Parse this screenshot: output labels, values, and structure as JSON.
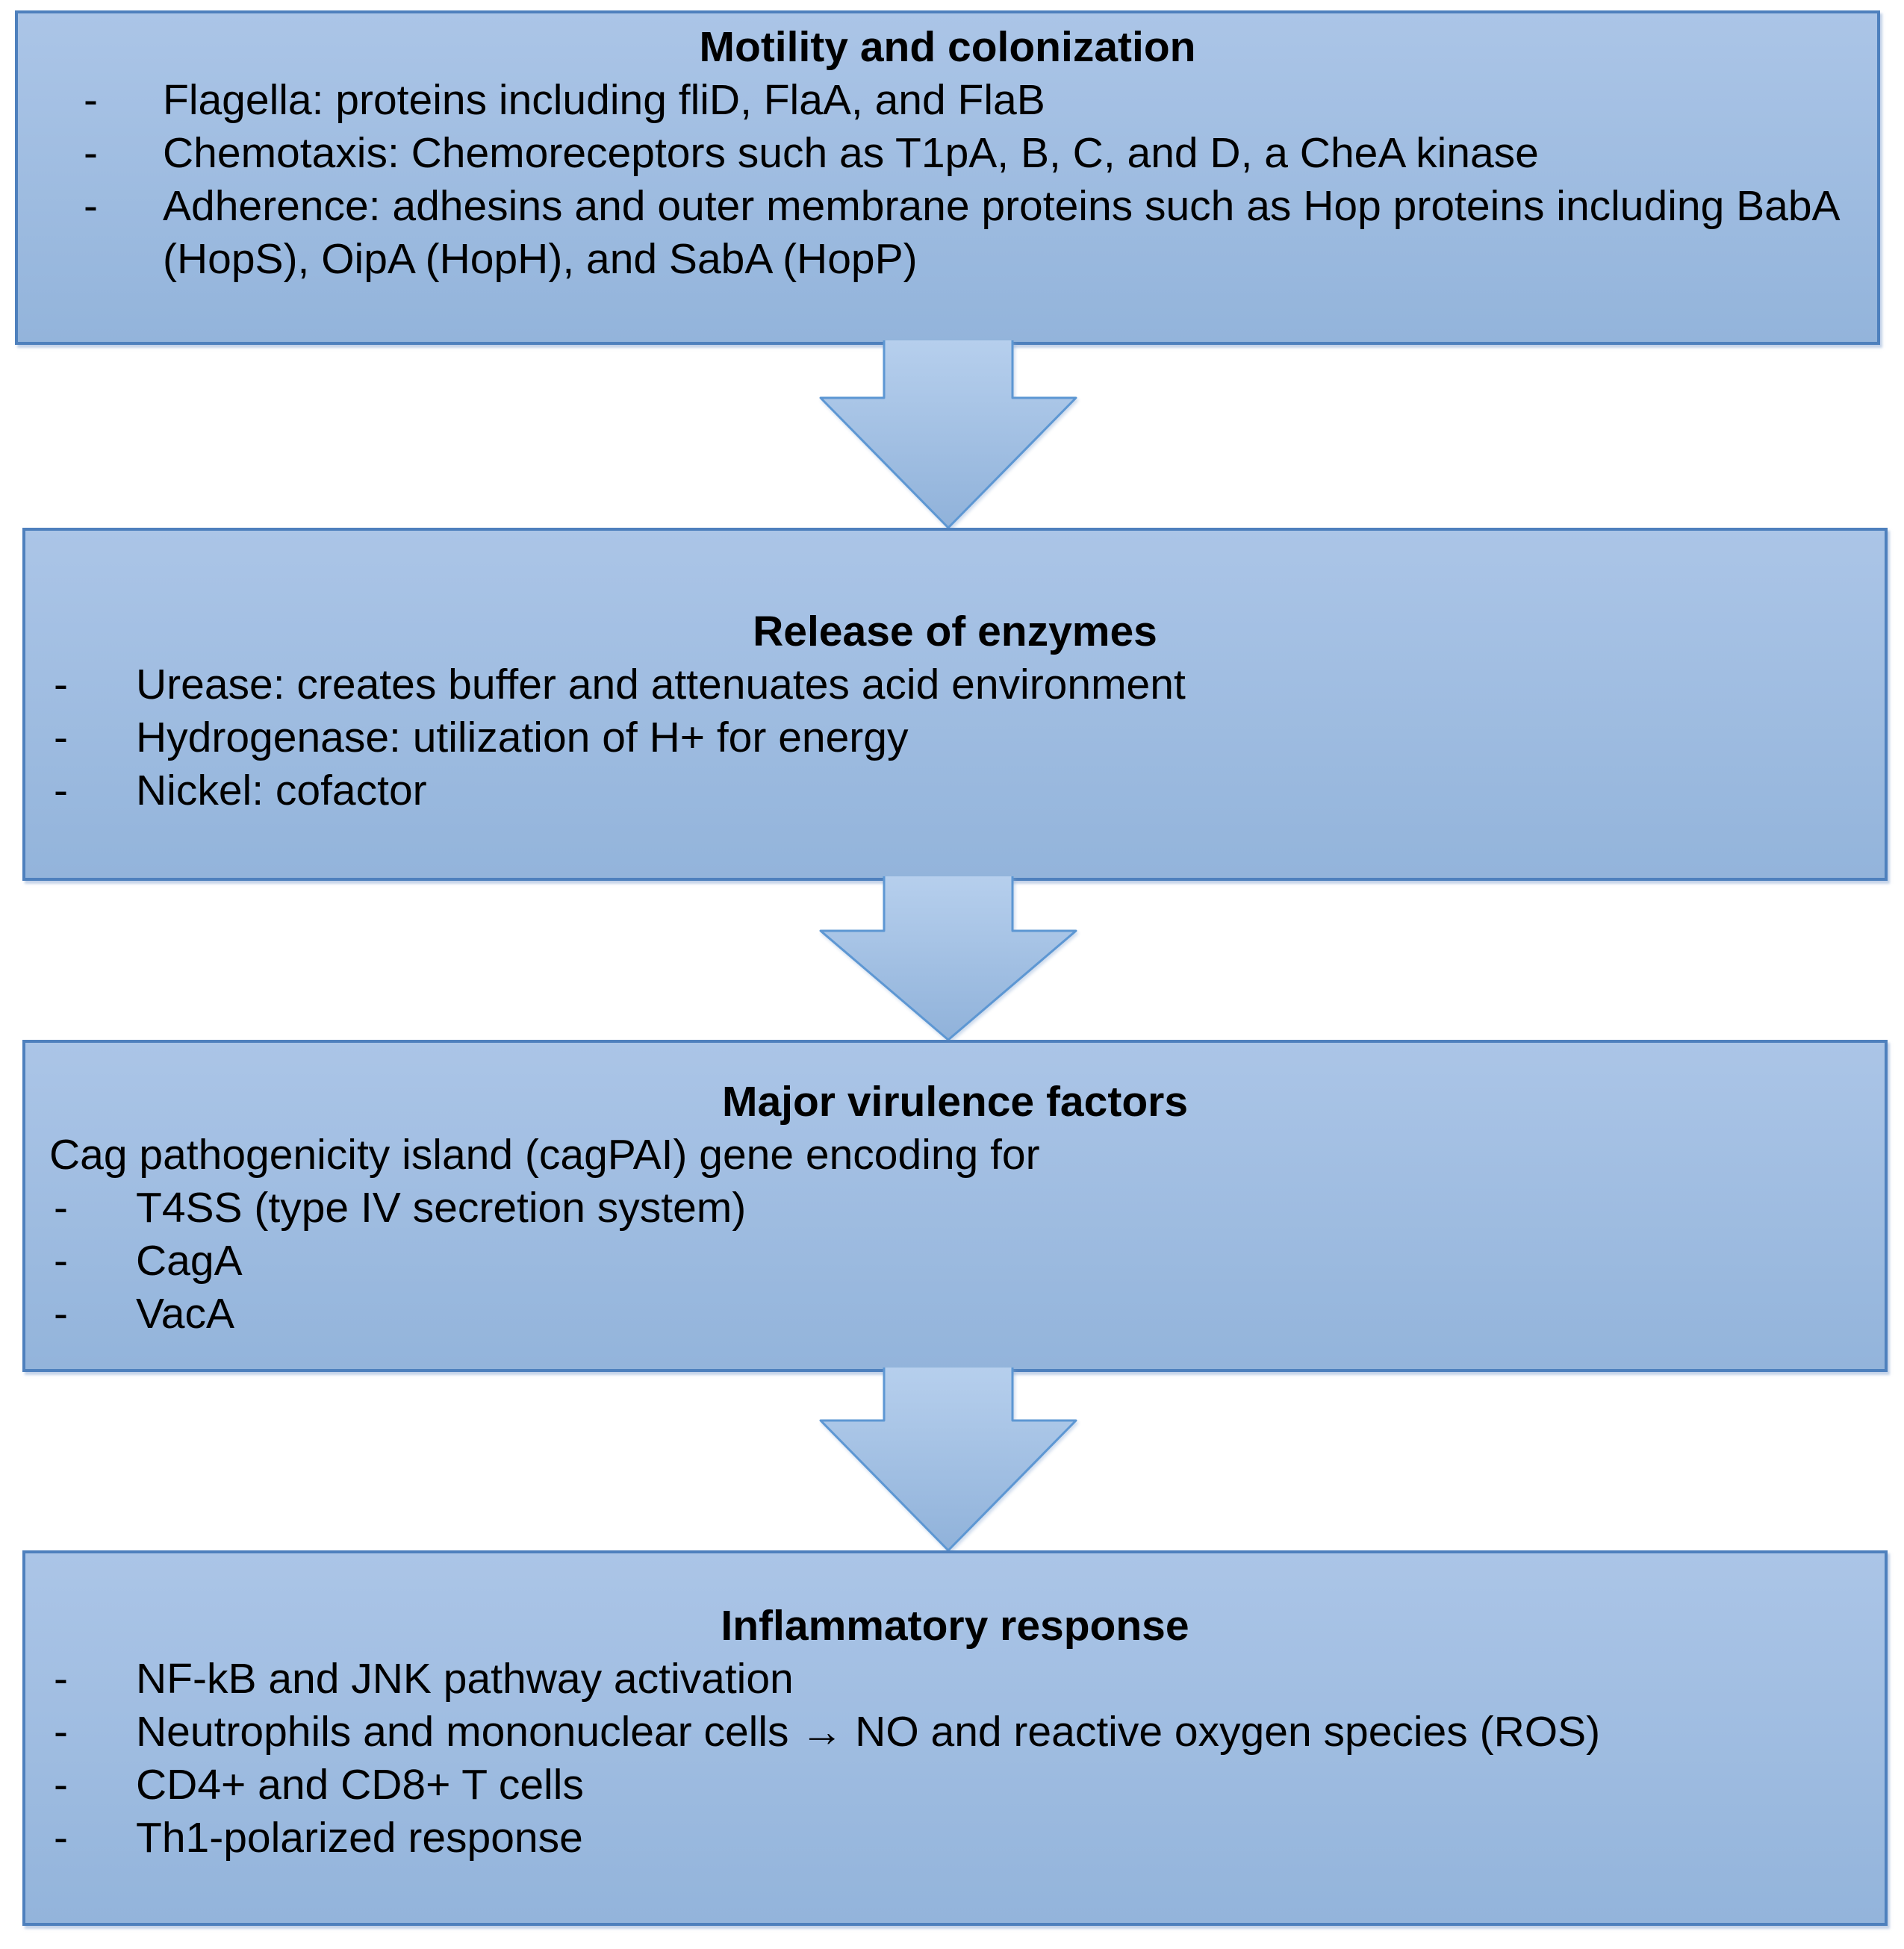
{
  "bullet_marker": "-",
  "colors": {
    "box_fill_top": "#abc5e7",
    "box_fill_bottom": "#93b4db",
    "box_border": "#4e80bd",
    "arrow_fill_top": "#b6cfed",
    "arrow_fill_bottom": "#90b2da",
    "arrow_border": "#5d97d3",
    "text_color": "#000000",
    "page_bg": "#ffffff"
  },
  "boxes": [
    {
      "title": "Motility and colonization",
      "intro": "",
      "bullets": [
        "Flagella: proteins including fliD, FlaA, and FlaB",
        "Chemotaxis: Chemoreceptors such as T1pA, B, C, and D, a CheA kinase",
        "Adherence: adhesins and outer membrane proteins such as Hop proteins including BabA (HopS), OipA (HopH), and SabA (HopP)"
      ]
    },
    {
      "title": "Release of enzymes",
      "intro": "",
      "bullets": [
        "Urease: creates buffer and attenuates acid environment",
        "Hydrogenase: utilization of H+ for energy",
        "Nickel: cofactor"
      ]
    },
    {
      "title": "Major virulence factors",
      "intro": "Cag pathogenicity island (cagPAI) gene encoding for",
      "bullets": [
        "T4SS (type IV secretion system)",
        "CagA",
        "VacA"
      ]
    },
    {
      "title": "Inflammatory response",
      "intro": "",
      "bullets": [
        "NF-kB and JNK pathway activation",
        "Neutrophils and mononuclear cells → NO and reactive oxygen species (ROS)",
        "CD4+ and CD8+ T cells",
        "Th1-polarized response"
      ]
    }
  ]
}
